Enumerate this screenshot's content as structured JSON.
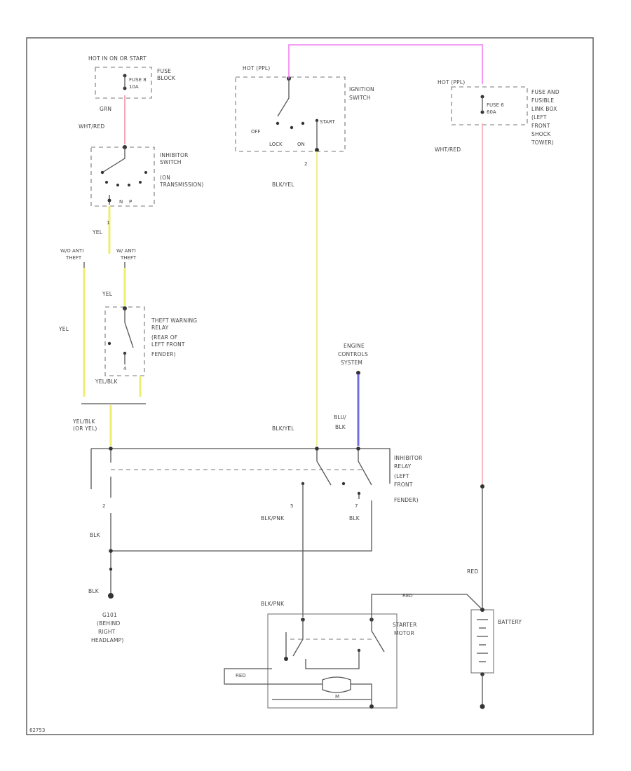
{
  "diagram": {
    "id_code": "62753",
    "colors": {
      "red": "#f4a8b4",
      "pink": "#f080f0",
      "yellow": "#eded70",
      "blue": "#7070e0",
      "gray": "#555555"
    },
    "fuse_block": {
      "header": "HOT IN ON OR START",
      "fuse": [
        "FUSE 8",
        "10A"
      ],
      "label": [
        "FUSE",
        "BLOCK"
      ]
    },
    "ignition_switch": {
      "header": "HOT (PPL)",
      "label": [
        "IGNITION",
        "SWITCH"
      ],
      "positions": [
        "OFF",
        "START",
        "LOCK",
        "ON"
      ]
    },
    "fuse_link": {
      "header": "HOT (PPL)",
      "fuse": [
        "FUSE 6",
        "60A"
      ],
      "label": [
        "FUSE AND",
        "FUSIBLE",
        "LINK BOX",
        "(LEFT",
        "FRONT",
        "SHOCK",
        "TOWER)"
      ]
    },
    "inhibitor_switch": {
      "label": [
        "INHIBITOR",
        "SWITCH",
        "(ON",
        "TRANSMISSION)"
      ],
      "terminal": "1"
    },
    "theft_relay": {
      "label": [
        "THEFT WARNING",
        "RELAY",
        "(REAR OF",
        "LEFT FRONT",
        "FENDER)"
      ],
      "terminal": "4"
    },
    "engine_controls": {
      "label": [
        "ENGINE",
        "CONTROLS",
        "SYSTEM"
      ]
    },
    "inhibitor_relay": {
      "label": [
        "INHIBITOR",
        "RELAY",
        "(LEFT",
        "FRONT",
        "FENDER)"
      ],
      "pins": [
        "2",
        "5",
        "7"
      ]
    },
    "ground": {
      "label": [
        "G101",
        "(BEHIND",
        "RIGHT",
        "HEADLAMP)"
      ]
    },
    "starter": {
      "label": [
        "STARTER",
        "MOTOR"
      ],
      "motor": "M"
    },
    "battery": {
      "label": "BATTERY"
    },
    "wire_labels": {
      "grn": "GRN",
      "wht_red_1": "WHT/RED",
      "wht_red_2": "WHT/RED",
      "blk_yel_1": "BLK/YEL",
      "blk_yel_2": "BLK/YEL",
      "yel_1": "YEL",
      "yel_2": "YEL",
      "yel_3": "YEL",
      "w_o_anti": [
        "W/O ANTI",
        "THEFT"
      ],
      "w_anti": [
        "W/ ANTI",
        "THEFT"
      ],
      "yel_blk_1": "YEL/BLK",
      "yel_blk_2": [
        "YEL/BLK",
        "(OR YEL)"
      ],
      "blu_blk": [
        "BLU/",
        "BLK"
      ],
      "blk_1": "BLK",
      "blk_2": "BLK",
      "blk_3": "BLK",
      "blk_pnk_1": "BLK/PNK",
      "blk_pnk_2": "BLK/PNK",
      "red_1": "RED",
      "red_2": "RED",
      "red_3": "RED",
      "pin_1": "1",
      "pin_2": "2"
    }
  }
}
